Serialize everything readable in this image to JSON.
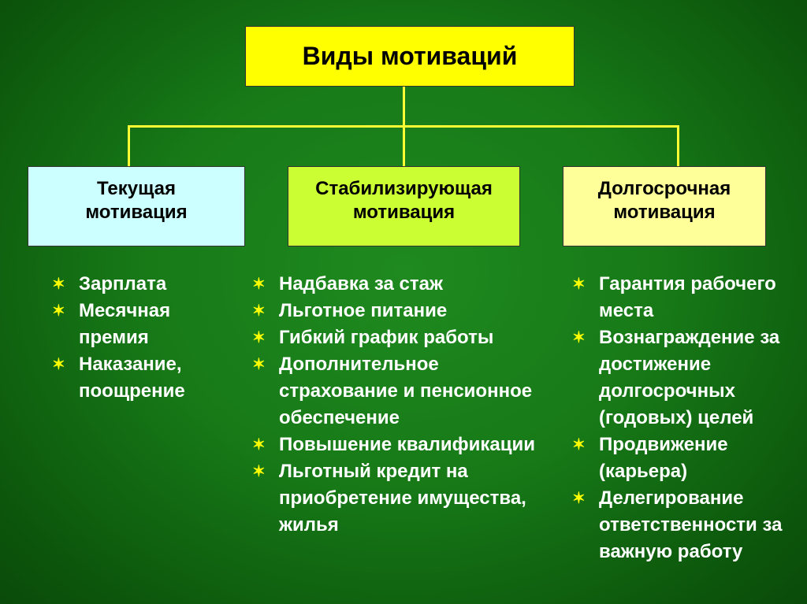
{
  "title": "Виды мотиваций",
  "categories": [
    {
      "label_line1": "Текущая",
      "label_line2": "мотивация",
      "items": [
        "Зарплата",
        "Месячная премия",
        "Наказание, поощрение"
      ]
    },
    {
      "label_line1": "Стабилизирующая",
      "label_line2": "мотивация",
      "items": [
        "Надбавка за стаж",
        "Льготное питание",
        "Гибкий график работы",
        "Дополнительное страхование и пенсионное обеспечение",
        "Повышение квалификации",
        "Льготный кредит на приобретение имущества, жилья"
      ]
    },
    {
      "label_line1": "Долгосрочная",
      "label_line2": "мотивация",
      "items": [
        "Гарантия рабочего места",
        "Вознаграждение за достижение долгосрочных (годовых) целей",
        "Продвижение (карьера)",
        "Делегирование ответственности за важную работу"
      ]
    }
  ],
  "colors": {
    "root": "#ffff00",
    "current": "#ccffff",
    "stabilizing": "#ccff33",
    "longterm": "#ffff99",
    "bullet": "#ffff00"
  }
}
